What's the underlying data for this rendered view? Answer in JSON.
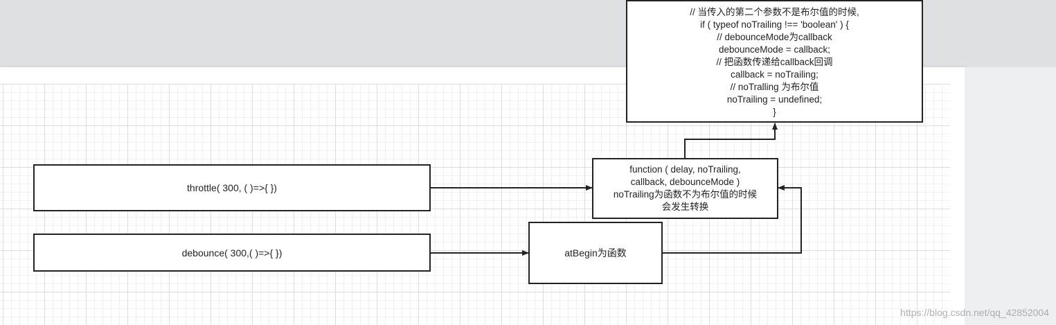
{
  "diagram": {
    "nodes": {
      "throttle": "throttle( 300, ( )=>{ })",
      "debounce": "debounce( 300,( )=>{ })",
      "atBegin": "atBegin为函数",
      "function_box": [
        "function ( delay, noTrailing,",
        "callback, debounceMode )",
        "noTrailing为函数不为布尔值的时候",
        "会发生转换"
      ],
      "code_box": [
        "// 当传入的第二个参数不是布尔值的时候,",
        "if ( typeof noTrailing !== 'boolean' ) {",
        "// debounceMode为callback",
        "debounceMode = callback;",
        "// 把函数传递给callback回调",
        "callback = noTrailing;",
        "// noTralling 为布尔值",
        "noTrailing = undefined;",
        "}"
      ]
    },
    "edges": [
      {
        "from": "throttle",
        "to": "function_box"
      },
      {
        "from": "debounce",
        "to": "atBegin"
      },
      {
        "from": "atBegin",
        "to": "function_box"
      },
      {
        "from": "function_box",
        "to": "code_box"
      }
    ],
    "colors": {
      "stroke": "#222222",
      "canvas": "#ffffff",
      "grid_major": "#dcdcdc",
      "grid_minor": "#f0f0f0",
      "background": "#e6e7ea"
    }
  },
  "watermark": "https://blog.csdn.net/qq_42852004"
}
